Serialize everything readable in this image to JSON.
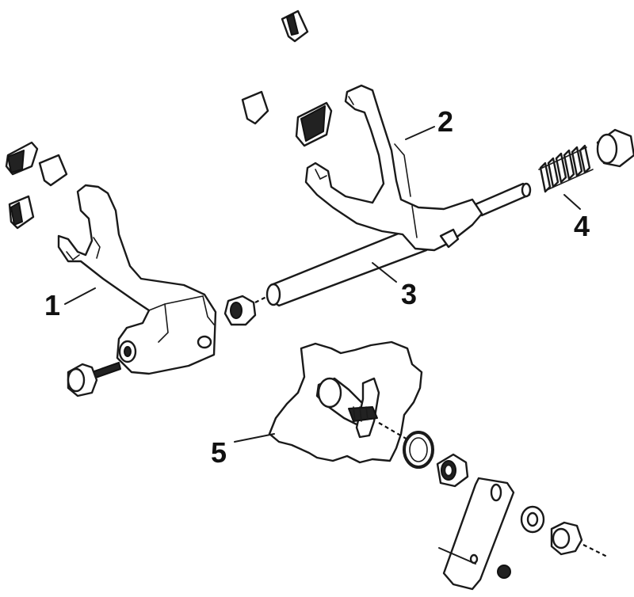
{
  "diagram": {
    "callouts": [
      {
        "label": "1"
      },
      {
        "label": "2"
      },
      {
        "label": "3"
      },
      {
        "label": "4"
      },
      {
        "label": "5"
      }
    ]
  },
  "colors": {
    "ink": "#1a1a1a",
    "paper": "#ffffff"
  }
}
